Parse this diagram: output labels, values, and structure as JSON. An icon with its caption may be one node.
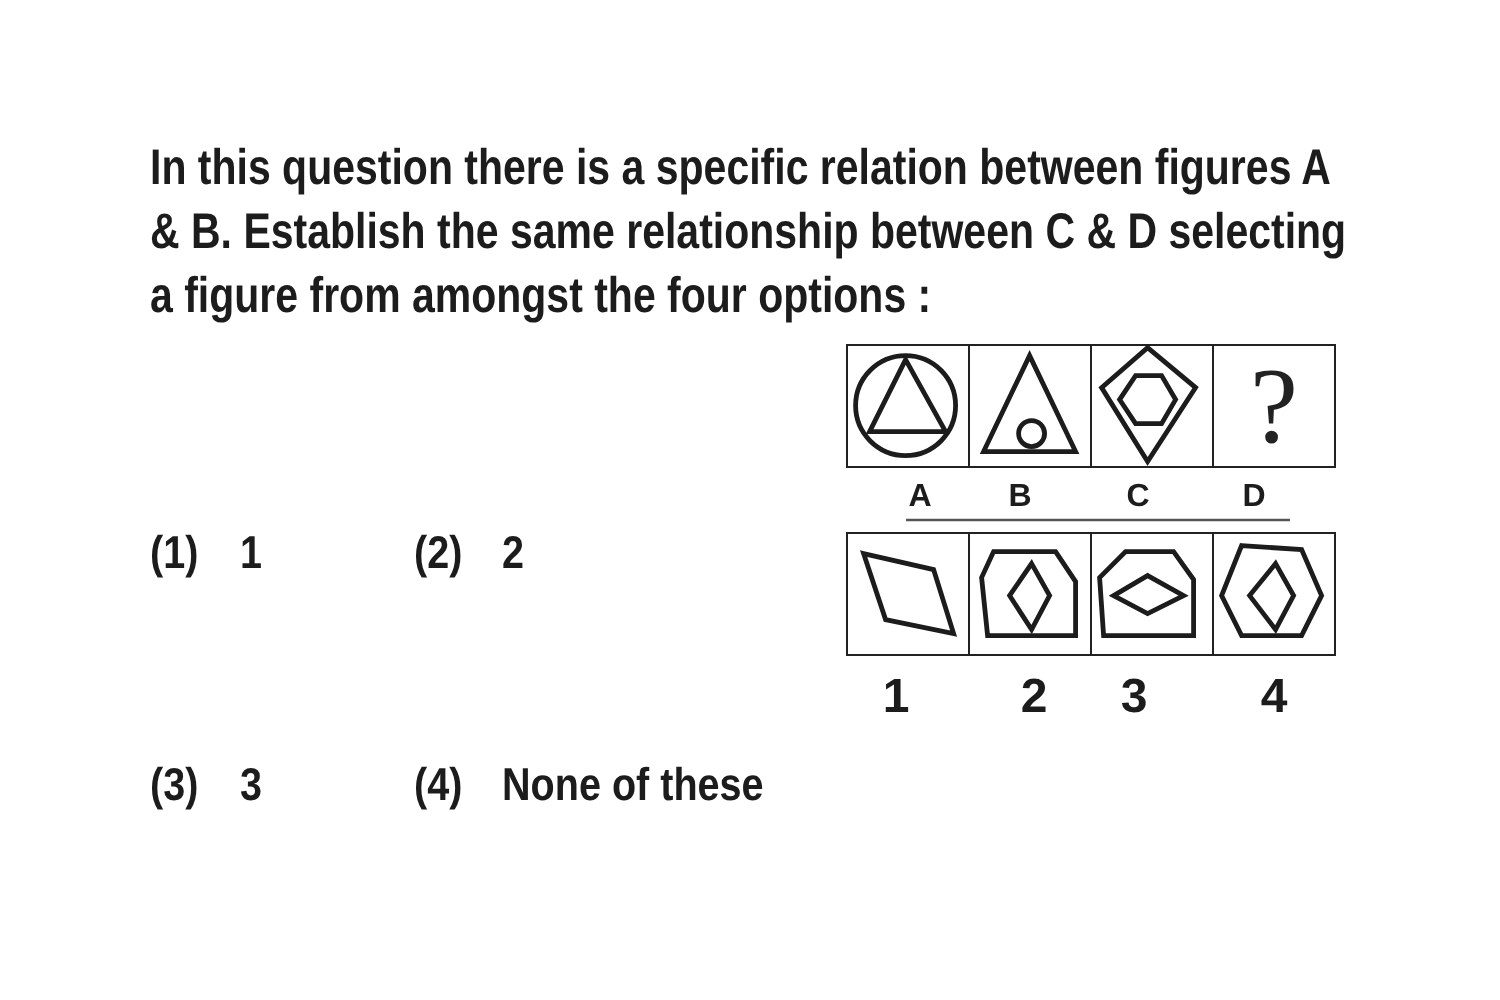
{
  "diagram": {
    "nodes": [
      {
        "text": [],
        "shape": "picture",
        "beside": [
          "A"
        ]
      },
      {
        "text": [],
        "shape": "picture",
        "beside": [
          "B"
        ]
      },
      {
        "text": [],
        "shape": "picture",
        "beside": [
          "C"
        ]
      },
      {
        "text": [
          "?"
        ],
        "beside": [
          "D"
        ]
      },
      {
        "text": [],
        "shape": "picture",
        "beside": [
          "1"
        ]
      },
      {
        "text": [],
        "shape": "picture",
        "beside": [
          "2"
        ]
      },
      {
        "text": [],
        "shape": "picture",
        "beside": [
          "3"
        ]
      },
      {
        "text": [],
        "shape": "picture",
        "beside": [
          "4"
        ]
      }
    ],
    "labels": [
      "In this question there is a specific relation between figures A & B. Establish the same relationship between C & D selecting a figure from amongst the four options :",
      "(1)",
      "1",
      "(2)",
      "2",
      "(3)",
      "3",
      "(4)",
      "None of these"
    ]
  }
}
